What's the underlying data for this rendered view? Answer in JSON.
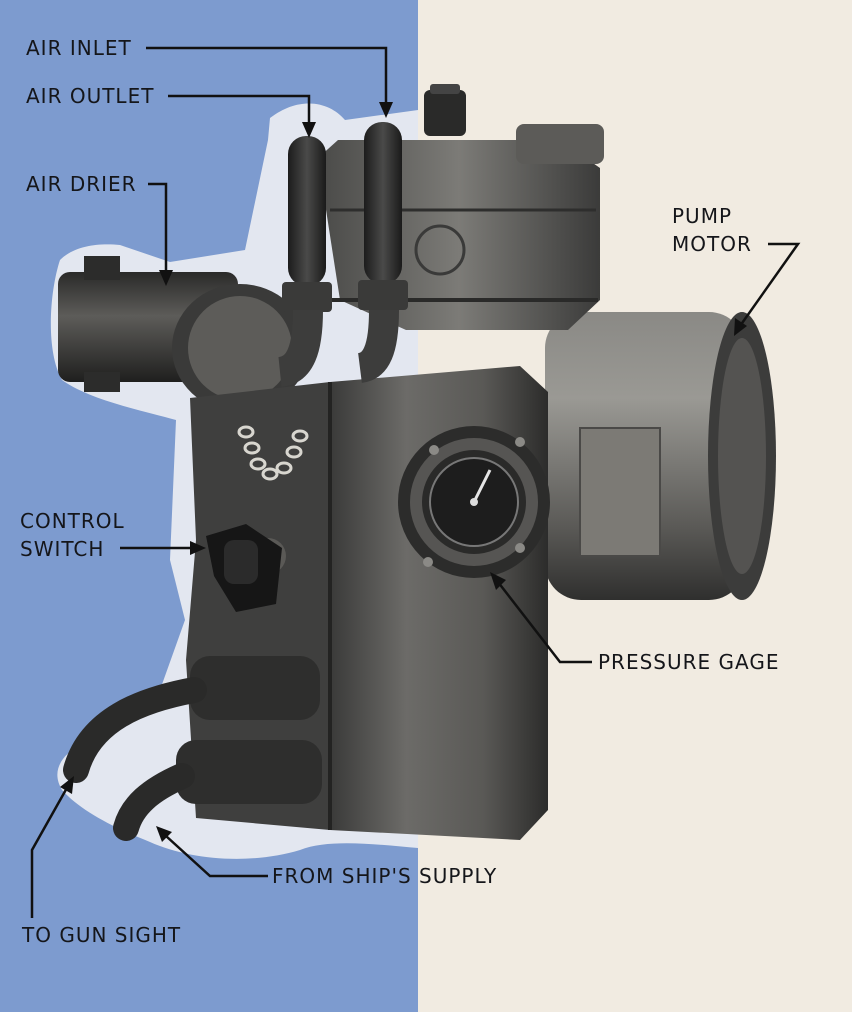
{
  "labels": {
    "air_inlet": "AIR INLET",
    "air_outlet": "AIR OUTLET",
    "air_drier": "AIR DRIER",
    "pump_motor_line1": "PUMP",
    "pump_motor_line2": "MOTOR",
    "control_switch_line1": "CONTROL",
    "control_switch_line2": "SWITCH",
    "pressure_gage": "PRESSURE GAGE",
    "from_ships_supply": "FROM SHIP'S SUPPLY",
    "to_gun_sight": "TO GUN SIGHT"
  },
  "colors": {
    "left_background": "#7d9bcf",
    "right_background": "#f1ebe1",
    "label_text": "#15161a"
  }
}
